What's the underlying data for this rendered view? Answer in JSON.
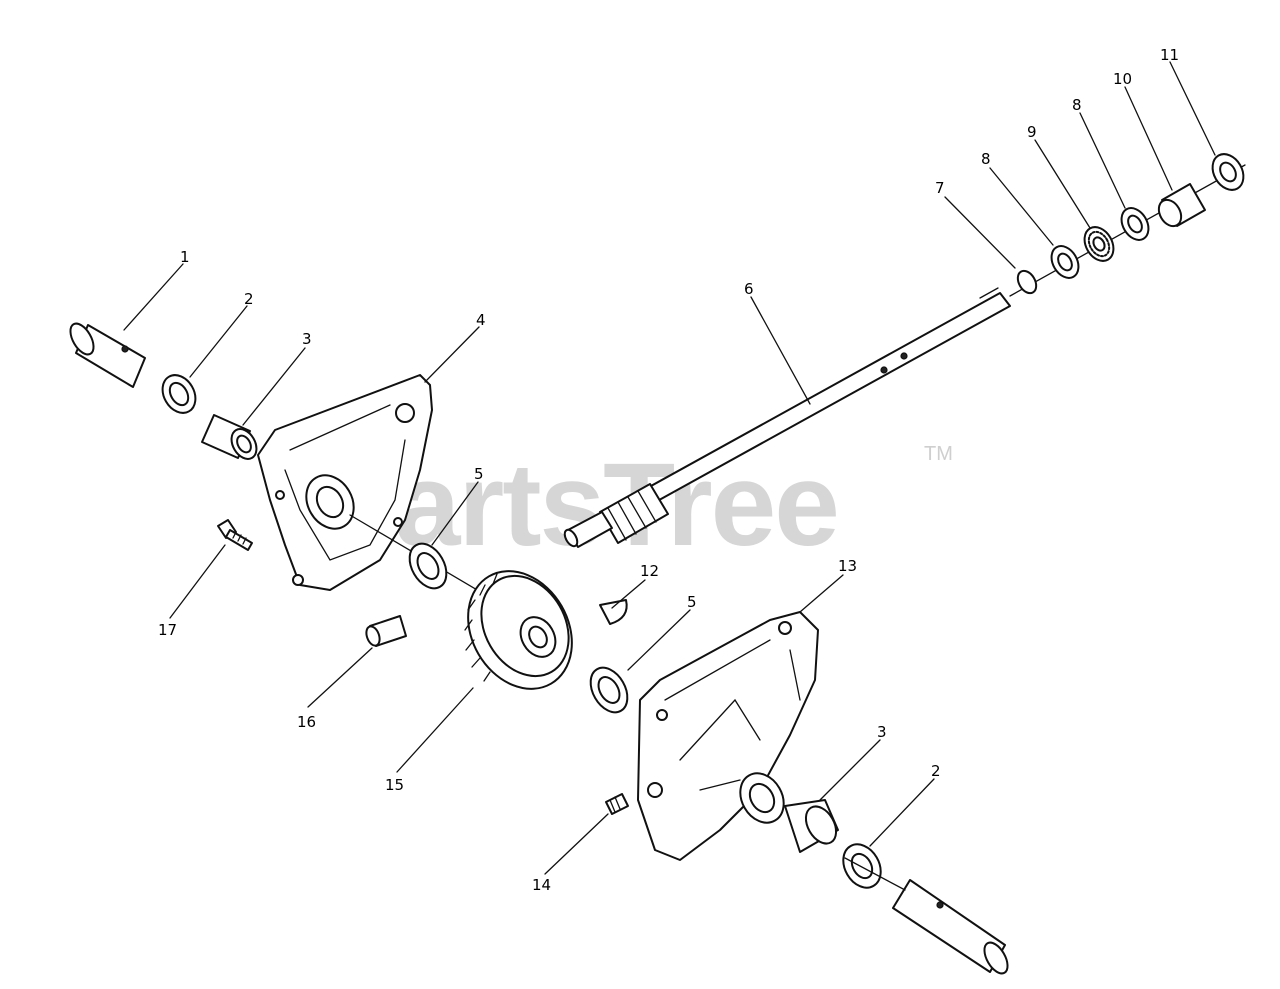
{
  "watermark": {
    "text": "PartsTree",
    "trademark": "TM"
  },
  "callouts": {
    "p1": "1",
    "p2a": "2",
    "p3a": "3",
    "p4": "4",
    "p5a": "5",
    "p6": "6",
    "p7": "7",
    "p8a": "8",
    "p9": "9",
    "p8b": "8",
    "p10": "10",
    "p11": "11",
    "p12": "12",
    "p5b": "5",
    "p13": "13",
    "p3b": "3",
    "p2b": "2",
    "p17": "17",
    "p16": "16",
    "p15": "15",
    "p14": "14"
  }
}
